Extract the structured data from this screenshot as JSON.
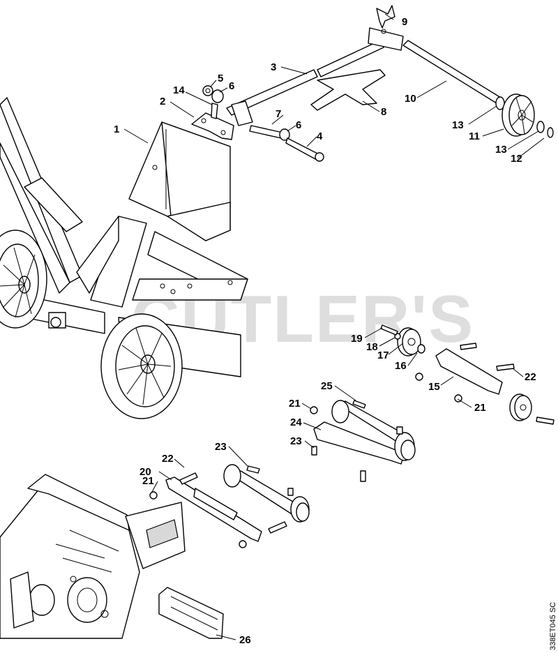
{
  "diagram": {
    "title": "",
    "watermark": "CUTLER'S",
    "reference_code": "338ET045 SC",
    "callouts": [
      "1",
      "2",
      "3",
      "4",
      "5",
      "6",
      "6",
      "7",
      "8",
      "9",
      "10",
      "11",
      "12",
      "13",
      "13",
      "14",
      "15",
      "16",
      "17",
      "18",
      "19",
      "20",
      "21",
      "21",
      "21",
      "22",
      "22",
      "23",
      "23",
      "24",
      "25",
      "26"
    ]
  }
}
